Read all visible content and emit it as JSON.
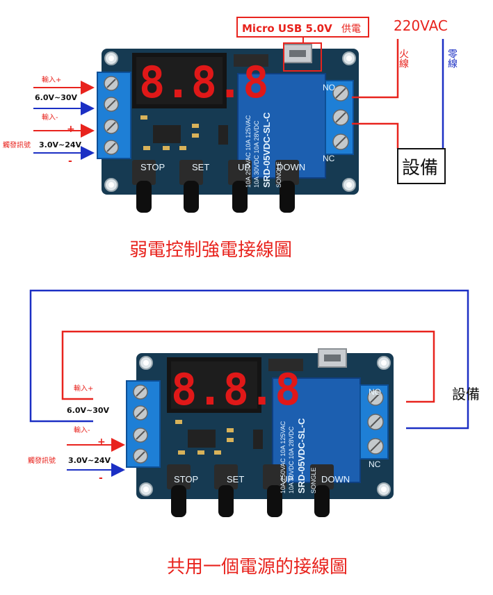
{
  "top": {
    "usb_label_bold": "Micro USB 5.0V",
    "usb_label_suffix": "供電",
    "ac_label": "220VAC",
    "live_label": "火線",
    "neutral_label": "零線",
    "device_label": "設備",
    "input_plus": "輸入+",
    "voltage_in": "6.0V~30V",
    "input_minus": "輸入-",
    "plus": "+",
    "trigger_label": "觸發訊號",
    "trigger_voltage": "3.0V~24V",
    "minus": "-",
    "caption": "弱電控制強電接線圖"
  },
  "bottom": {
    "device_label": "設備",
    "input_plus": "輸入+",
    "voltage_in": "6.0V~30V",
    "input_minus": "輸入-",
    "plus": "+",
    "trigger_label": "觸發訊號",
    "trigger_voltage": "3.0V~24V",
    "minus": "-",
    "caption": "共用一個電源的接線圖"
  },
  "board": {
    "buttons": [
      "STOP",
      "SET",
      "UP",
      "DOWN"
    ],
    "relay_brand": "SONGLE",
    "relay_model": "SRD-05VDC-SL-C",
    "relay_rating1": "10A 250VAC  10A 125VAC",
    "relay_rating2": "10A 30VDC  10A 28VDC",
    "no_label": "NO",
    "nc_label": "NC",
    "display": "8.8.8"
  },
  "colors": {
    "red_wire": "#e8231d",
    "blue_wire": "#1b2fc4",
    "pcb": "#163a52",
    "terminal": "#1e7fd6"
  }
}
